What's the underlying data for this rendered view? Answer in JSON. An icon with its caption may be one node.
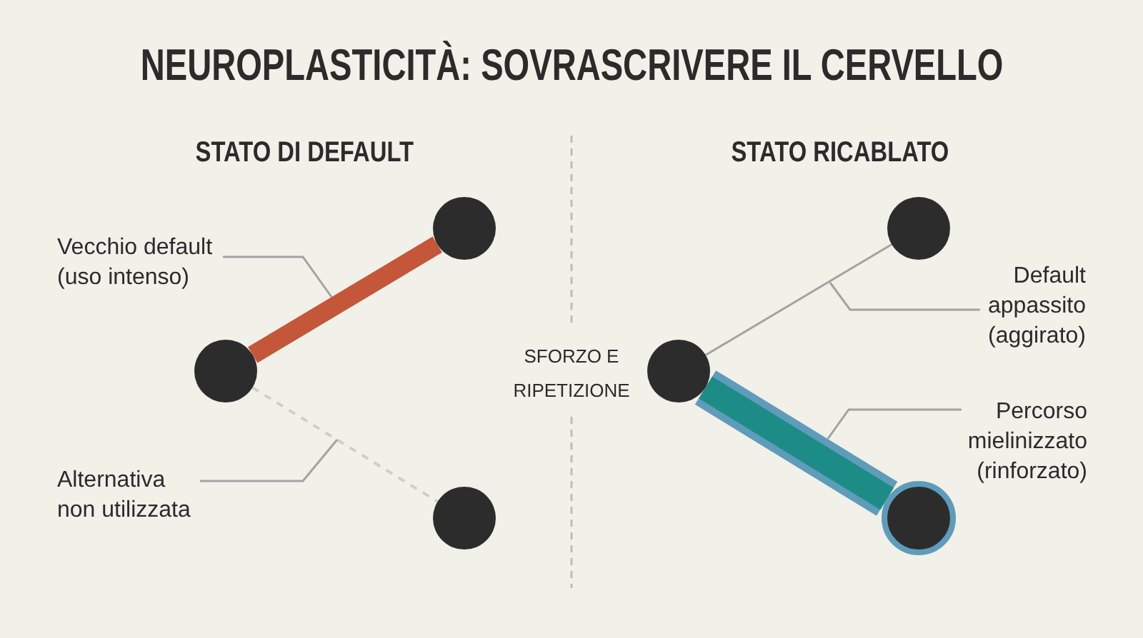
{
  "diagram": {
    "title": "NEUROPLASTICITÀ: SOVRASCRIVERE IL CERVELLO",
    "nodes": [
      {
        "text": [
          "Vecchio default (uso intenso)"
        ]
      },
      {
        "text": [],
        "shape": "circle"
      },
      {
        "text": [],
        "shape": "circle"
      },
      {
        "text": [
          "Alternativa non utilizzata"
        ]
      },
      {
        "text": [],
        "shape": "circle"
      },
      {
        "text": [],
        "shape": "circle"
      },
      {
        "text": [
          "Default appassito (aggirato)"
        ]
      },
      {
        "text": [],
        "shape": "circle"
      },
      {
        "text": [
          "Percorso mielinizzato (rinforzato)"
        ]
      },
      {
        "text": [],
        "shape": "circle"
      }
    ],
    "edges": [
      {
        "from": 2,
        "to": 1,
        "arrow": "none",
        "style": "thick",
        "color": "#c4573a"
      },
      {
        "from": 2,
        "to": 4,
        "arrow": "none",
        "style": "dashed",
        "color": "#cfcfca"
      },
      {
        "from": 7,
        "to": 5,
        "arrow": "none"
      },
      {
        "from": 7,
        "to": 9,
        "arrow": "none",
        "style": "thick",
        "color": "#1d8c86"
      },
      {
        "from": 0,
        "to": null,
        "arrow": "none"
      },
      {
        "from": 3,
        "to": null,
        "arrow": "none"
      },
      {
        "from": 6,
        "to": null,
        "arrow": "none"
      },
      {
        "from": 8,
        "to": null,
        "arrow": "none"
      }
    ],
    "labels": [
      "STATO DI DEFAULT",
      "STATO RICABLATO",
      "SFORZO E RIPETIZIONE"
    ]
  }
}
